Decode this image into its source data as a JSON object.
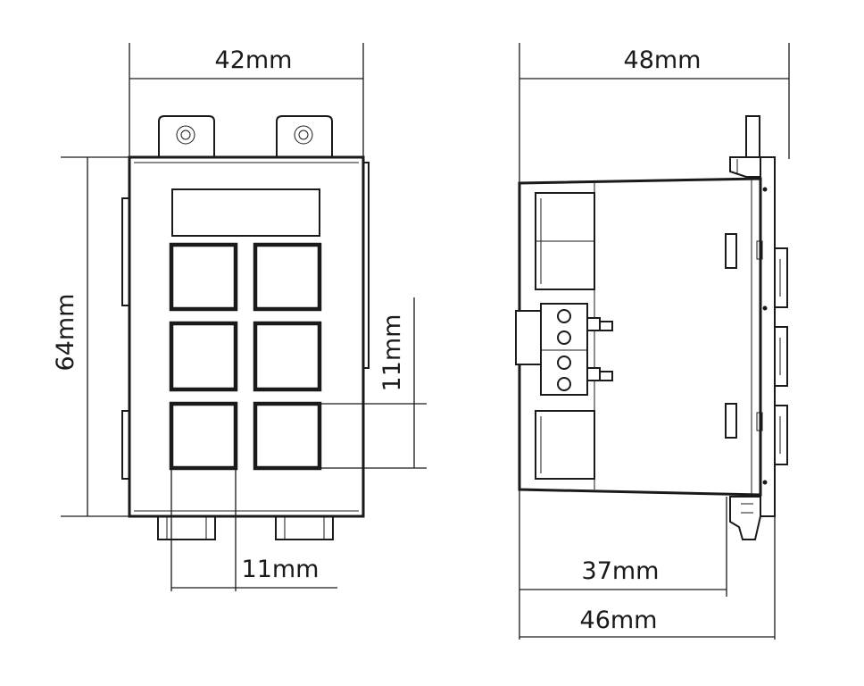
{
  "dimensions": {
    "front_width": "42mm",
    "front_height": "64mm",
    "key_height": "11mm",
    "key_width": "11mm",
    "side_width": "48mm",
    "side_depth_inner": "37mm",
    "side_depth": "46mm"
  },
  "colors": {
    "line": "#1a1a1a",
    "background": "#ffffff"
  }
}
